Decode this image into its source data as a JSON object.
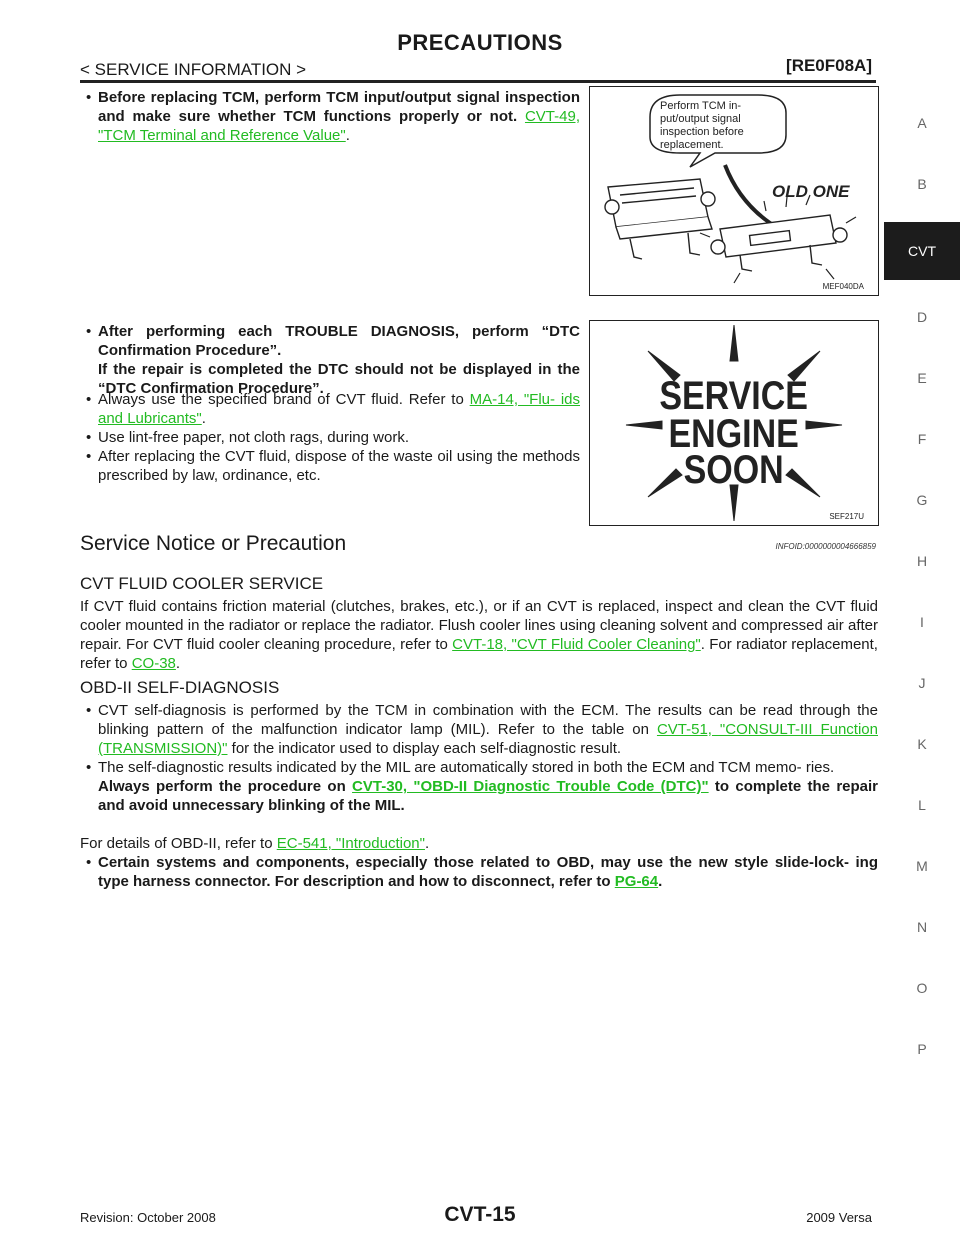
{
  "header": {
    "title": "PRECAUTIONS",
    "section": "< SERVICE INFORMATION >",
    "model": "[RE0F08A]"
  },
  "side_tabs": [
    "A",
    "B",
    "CVT",
    "D",
    "E",
    "F",
    "G",
    "H",
    "I",
    "J",
    "K",
    "L",
    "M",
    "N",
    "O",
    "P"
  ],
  "side_tab_active": "CVT",
  "top": {
    "bullet1_text": "Before replacing TCM, perform TCM input/output signal inspection and make sure whether TCM functions properly or not.",
    "bullet1_link": "CVT-49, \"TCM Terminal and Reference Value\"",
    "bullet1_end": ".",
    "bullet2_line1": "After performing each TROUBLE DIAGNOSIS, perform “DTC Confirmation Procedure”.",
    "bullet2_line2": "If the repair is completed the DTC should not be displayed in the “DTC Confirmation Procedure”.",
    "bullet3_text": "Always use the specified brand of CVT fluid. Refer to",
    "bullet3_link": "MA-14, \"Flu- ids and Lubricants\"",
    "bullet3_end": ".",
    "bullet4_text": "Use lint-free paper, not cloth rags, during work.",
    "bullet5_text": "After replacing the CVT fluid, dispose of the waste oil using the methods prescribed by law, ordinance, etc."
  },
  "figure1": {
    "bubble_line1": "Perform TCM in-",
    "bubble_line2": "put/output signal",
    "bubble_line3": "inspection before",
    "bubble_line4": "replacement.",
    "old_one": "OLD ONE",
    "id": "MEF040DA"
  },
  "figure2": {
    "line1": "SERVICE",
    "line2": "ENGINE",
    "line3": "SOON",
    "id": "SEF217U"
  },
  "notice": {
    "heading": "Service Notice or Precaution",
    "infoid": "INFOID:0000000004666859",
    "fluid_cooler_heading": "CVT FLUID COOLER SERVICE",
    "fluid_cooler_text": "If CVT fluid contains friction material (clutches, brakes, etc.), or if an CVT is replaced, inspect and clean the CVT fluid cooler mounted in the radiator or replace the radiator. Flush cooler lines using cleaning solvent and compressed air after repair. For CVT fluid cooler cleaning procedure, refer to",
    "fluid_cooler_link1": "CVT-18, \"CVT Fluid Cooler Cleaning\"",
    "fluid_cooler_mid": ". For radiator replacement, refer to",
    "fluid_cooler_link2": "CO-38",
    "fluid_cooler_end": ".",
    "obd_heading": "OBD-II SELF-DIAGNOSIS",
    "obd_b1_text": "CVT self-diagnosis is performed by the TCM in combination with the ECM. The results can be read through the blinking pattern of the malfunction indicator lamp (MIL). Refer to the table on",
    "obd_b1_link": "CVT-51, \"CONSULT-III Function (TRANSMISSION)\"",
    "obd_b1_end": "for the indicator used to display each self-diagnostic result.",
    "obd_b2_text": "The self-diagnostic results indicated by the MIL are automatically stored in both the ECM and TCM memo- ries.",
    "obd_b2_bold_start": "Always perform the procedure on",
    "obd_b2_link": "CVT-30, \"OBD-II Diagnostic Trouble Code (DTC)\"",
    "obd_b2_bold_end": "to complete the repair and avoid unnecessary blinking of the MIL.",
    "obd_details_text": "For details of OBD-II, refer to",
    "obd_details_link": "EC-541, \"Introduction\"",
    "obd_details_end": ".",
    "obd_b3_text": "Certain systems and components, especially those related to OBD, may use the new style slide-lock- ing type harness connector. For description and how to disconnect, refer to",
    "obd_b3_link": "PG-64",
    "obd_b3_end": "."
  },
  "footer": {
    "revision": "Revision: October 2008",
    "page": "CVT-15",
    "vehicle": "2009 Versa"
  }
}
